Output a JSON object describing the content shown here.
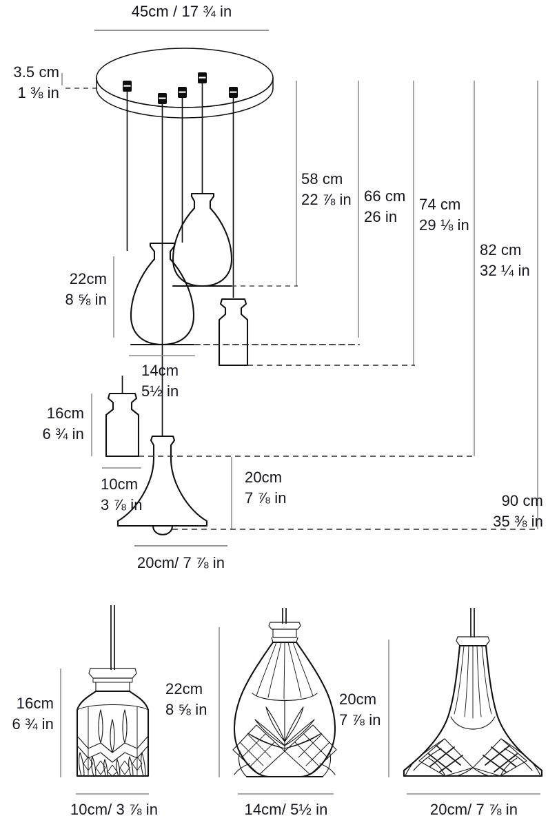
{
  "document": {
    "title": "Pendant Light Cluster Dimension Drawing",
    "units_note": "cm / in"
  },
  "colors": {
    "text": "#15151f",
    "outline": "#111111",
    "dimension_line": "#8a8a8a",
    "dashed_line": "#2a2a2a",
    "background": "#ffffff"
  },
  "top_diagram": {
    "canopy": {
      "width_label": "45cm / 17 ¾ in",
      "thickness_label_cm": "3.5 cm",
      "thickness_label_in": "1 ⅜ in",
      "cable_grip_count": 5
    },
    "shade_dimensions": [
      {
        "name": "teardrop-shade-height",
        "cm": "22cm",
        "in": "8 ⅝ in"
      },
      {
        "name": "teardrop-shade-width",
        "cm": "14cm",
        "in": "5½ in"
      },
      {
        "name": "square-shade-height",
        "cm": "16cm",
        "in": "6 ¾ in"
      },
      {
        "name": "square-shade-width",
        "cm": "10cm",
        "in": "3 ⅞ in"
      },
      {
        "name": "cone-shade-height",
        "cm": "20cm",
        "in": "7 ⅞ in"
      },
      {
        "name": "cone-shade-width",
        "cm": "20cm/ 7 ⅞ in"
      }
    ],
    "drop_dimensions": [
      {
        "name": "drop-1",
        "cm": "58 cm",
        "in": "22 ⅞ in"
      },
      {
        "name": "drop-2",
        "cm": "66 cm",
        "in": "26 in"
      },
      {
        "name": "drop-3",
        "cm": "74 cm",
        "in": "29 ⅛ in"
      },
      {
        "name": "drop-4",
        "cm": "82 cm",
        "in": "32 ¼ in"
      },
      {
        "name": "drop-5",
        "cm": "90 cm",
        "in": "35 ⅜ in"
      }
    ]
  },
  "shade_details": [
    {
      "name": "square-crystal-shade",
      "height_cm": "16cm",
      "height_in": "6 ¾ in",
      "width_label": "10cm/ 3 ⅞ in"
    },
    {
      "name": "teardrop-crystal-shade",
      "height_cm": "22cm",
      "height_in": "8 ⅝ in",
      "width_label": "14cm/ 5½ in"
    },
    {
      "name": "cone-crystal-shade",
      "height_cm": "20cm",
      "height_in": "7 ⅞ in",
      "width_label": "20cm/ 7 ⅞ in"
    }
  ]
}
